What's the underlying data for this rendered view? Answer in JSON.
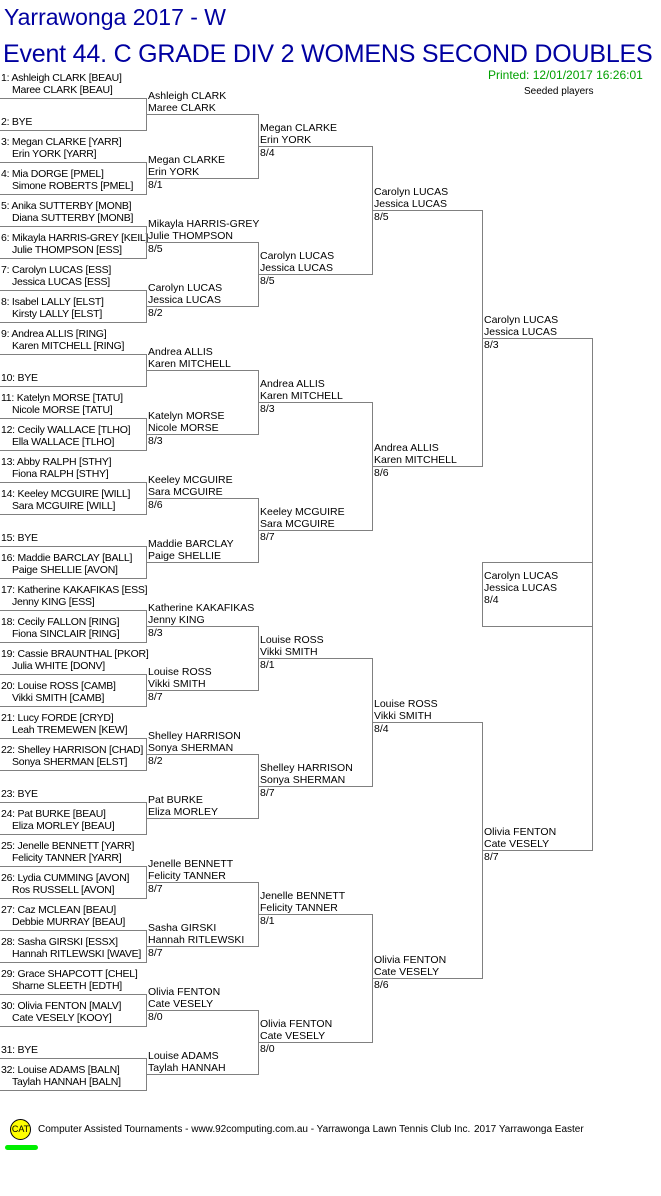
{
  "header": {
    "title": "Yarrawonga  2017 - W",
    "event": "Event 44. C GRADE DIV 2 WOMENS SECOND DOUBLES",
    "printed": "Printed: 12/01/2017 16:26:01",
    "seeded_label": "Seeded players"
  },
  "round1": [
    {
      "num": "1:",
      "p1": "Ashleigh CLARK [BEAU]",
      "p2": "Maree CLARK [BEAU]"
    },
    {
      "num": "2:",
      "p1": "BYE",
      "p2": ""
    },
    {
      "num": "3:",
      "p1": "Megan CLARKE [YARR]",
      "p2": "Erin YORK [YARR]"
    },
    {
      "num": "4:",
      "p1": "Mia DORGE [PMEL]",
      "p2": "Simone ROBERTS [PMEL]"
    },
    {
      "num": "5:",
      "p1": "Anika SUTTERBY [MONB]",
      "p2": "Diana SUTTERBY [MONB]"
    },
    {
      "num": "6:",
      "p1": "Mikayla HARRIS-GREY [KEIL]",
      "p2": "Julie THOMPSON [ESS]"
    },
    {
      "num": "7:",
      "p1": "Carolyn LUCAS [ESS]",
      "p2": "Jessica LUCAS [ESS]"
    },
    {
      "num": "8:",
      "p1": "Isabel LALLY [ELST]",
      "p2": "Kirsty LALLY [ELST]"
    },
    {
      "num": "9:",
      "p1": "Andrea ALLIS [RING]",
      "p2": "Karen MITCHELL [RING]"
    },
    {
      "num": "10:",
      "p1": "BYE",
      "p2": ""
    },
    {
      "num": "11:",
      "p1": "Katelyn MORSE [TATU]",
      "p2": "Nicole MORSE [TATU]"
    },
    {
      "num": "12:",
      "p1": "Cecily WALLACE [TLHO]",
      "p2": "Ella WALLACE [TLHO]"
    },
    {
      "num": "13:",
      "p1": "Abby RALPH [STHY]",
      "p2": "Fiona RALPH [STHY]"
    },
    {
      "num": "14:",
      "p1": "Keeley MCGUIRE [WILL]",
      "p2": "Sara MCGUIRE [WILL]"
    },
    {
      "num": "15:",
      "p1": "BYE",
      "p2": ""
    },
    {
      "num": "16:",
      "p1": "Maddie BARCLAY [BALL]",
      "p2": "Paige SHELLIE [AVON]"
    },
    {
      "num": "17:",
      "p1": "Katherine KAKAFIKAS [ESS]",
      "p2": "Jenny KING [ESS]"
    },
    {
      "num": "18:",
      "p1": "Cecily FALLON [RING]",
      "p2": "Fiona SINCLAIR [RING]"
    },
    {
      "num": "19:",
      "p1": "Cassie BRAUNTHAL [PKOR]",
      "p2": "Julia WHITE [DONV]"
    },
    {
      "num": "20:",
      "p1": "Louise ROSS [CAMB]",
      "p2": "Vikki SMITH [CAMB]"
    },
    {
      "num": "21:",
      "p1": "Lucy FORDE [CRYD]",
      "p2": "Leah TREMEWEN [KEW]"
    },
    {
      "num": "22:",
      "p1": "Shelley HARRISON [CHAD]",
      "p2": "Sonya SHERMAN [ELST]"
    },
    {
      "num": "23:",
      "p1": "BYE",
      "p2": ""
    },
    {
      "num": "24:",
      "p1": "Pat BURKE [BEAU]",
      "p2": "Eliza MORLEY [BEAU]"
    },
    {
      "num": "25:",
      "p1": "Jenelle BENNETT [YARR]",
      "p2": "Felicity TANNER [YARR]"
    },
    {
      "num": "26:",
      "p1": "Lydia CUMMING [AVON]",
      "p2": "Ros RUSSELL [AVON]"
    },
    {
      "num": "27:",
      "p1": "Caz MCLEAN [BEAU]",
      "p2": "Debbie MURRAY [BEAU]"
    },
    {
      "num": "28:",
      "p1": "Sasha GIRSKI [ESSX]",
      "p2": "Hannah RITLEWSKI [WAVE]"
    },
    {
      "num": "29:",
      "p1": "Grace SHAPCOTT [CHEL]",
      "p2": "Sharne SLEETH [EDTH]"
    },
    {
      "num": "30:",
      "p1": "Olivia FENTON [MALV]",
      "p2": "Cate VESELY [KOOY]"
    },
    {
      "num": "31:",
      "p1": "BYE",
      "p2": ""
    },
    {
      "num": "32:",
      "p1": "Louise ADAMS [BALN]",
      "p2": "Taylah HANNAH [BALN]"
    }
  ],
  "rounds": [
    [
      {
        "p1": "Ashleigh CLARK",
        "p2": "Maree CLARK",
        "score": ""
      },
      {
        "p1": "Megan CLARKE",
        "p2": "Erin YORK",
        "score": "8/1"
      },
      {
        "p1": "Mikayla HARRIS-GREY",
        "p2": "Julie THOMPSON",
        "score": "8/5"
      },
      {
        "p1": "Carolyn LUCAS",
        "p2": "Jessica LUCAS",
        "score": "8/2"
      },
      {
        "p1": "Andrea ALLIS",
        "p2": "Karen MITCHELL",
        "score": ""
      },
      {
        "p1": "Katelyn MORSE",
        "p2": "Nicole MORSE",
        "score": "8/3"
      },
      {
        "p1": "Keeley MCGUIRE",
        "p2": "Sara MCGUIRE",
        "score": "8/6"
      },
      {
        "p1": "Maddie BARCLAY",
        "p2": "Paige SHELLIE",
        "score": ""
      },
      {
        "p1": "Katherine KAKAFIKAS",
        "p2": "Jenny KING",
        "score": "8/3"
      },
      {
        "p1": "Louise ROSS",
        "p2": "Vikki SMITH",
        "score": "8/7"
      },
      {
        "p1": "Shelley HARRISON",
        "p2": "Sonya SHERMAN",
        "score": "8/2"
      },
      {
        "p1": "Pat BURKE",
        "p2": "Eliza MORLEY",
        "score": ""
      },
      {
        "p1": "Jenelle BENNETT",
        "p2": "Felicity TANNER",
        "score": "8/7"
      },
      {
        "p1": "Sasha GIRSKI",
        "p2": "Hannah RITLEWSKI",
        "score": "8/7"
      },
      {
        "p1": "Olivia FENTON",
        "p2": "Cate VESELY",
        "score": "8/0"
      },
      {
        "p1": "Louise ADAMS",
        "p2": "Taylah HANNAH",
        "score": ""
      }
    ],
    [
      {
        "p1": "Megan CLARKE",
        "p2": "Erin YORK",
        "score": "8/4"
      },
      {
        "p1": "Carolyn LUCAS",
        "p2": "Jessica LUCAS",
        "score": "8/5"
      },
      {
        "p1": "Andrea ALLIS",
        "p2": "Karen MITCHELL",
        "score": "8/3"
      },
      {
        "p1": "Keeley MCGUIRE",
        "p2": "Sara MCGUIRE",
        "score": "8/7"
      },
      {
        "p1": "Louise ROSS",
        "p2": "Vikki SMITH",
        "score": "8/1"
      },
      {
        "p1": "Shelley HARRISON",
        "p2": "Sonya SHERMAN",
        "score": "8/7"
      },
      {
        "p1": "Jenelle BENNETT",
        "p2": "Felicity TANNER",
        "score": "8/1"
      },
      {
        "p1": "Olivia FENTON",
        "p2": "Cate VESELY",
        "score": "8/0"
      }
    ],
    [
      {
        "p1": "Carolyn LUCAS",
        "p2": "Jessica LUCAS",
        "score": "8/5"
      },
      {
        "p1": "Andrea ALLIS",
        "p2": "Karen MITCHELL",
        "score": "8/6"
      },
      {
        "p1": "Louise ROSS",
        "p2": "Vikki SMITH",
        "score": "8/4"
      },
      {
        "p1": "Olivia FENTON",
        "p2": "Cate VESELY",
        "score": "8/6"
      }
    ],
    [
      {
        "p1": "Carolyn LUCAS",
        "p2": "Jessica LUCAS",
        "score": "8/3"
      },
      {
        "p1": "Olivia FENTON",
        "p2": "Cate VESELY",
        "score": "8/7"
      }
    ]
  ],
  "winner": {
    "p1": "Carolyn LUCAS",
    "p2": "Jessica LUCAS",
    "score": "8/4"
  },
  "footer": {
    "logo_text": "CAT",
    "text": "Computer Assisted Tournaments - www.92computing.com.au -  Yarrawonga Lawn Tennis Club Inc.",
    "event_name": "2017 Yarrawonga Easter"
  },
  "colors": {
    "title": "#0000a0",
    "printed": "#00a000",
    "lines": "#808080",
    "logo": "#ffff00",
    "logo_bar": "#00ee00"
  }
}
